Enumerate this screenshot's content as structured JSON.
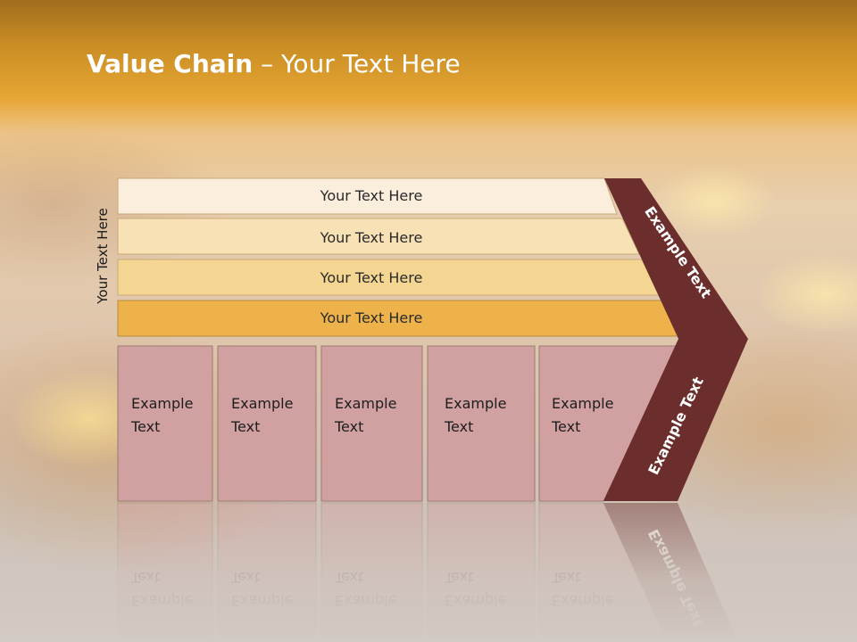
{
  "title": {
    "bold": "Value Chain",
    "rest": " – Your Text Here"
  },
  "side_label": "Your Text Here",
  "bands": [
    {
      "label": "Your Text Here",
      "color": "#fbeedd"
    },
    {
      "label": "Your Text Here",
      "color": "#f9e1b6"
    },
    {
      "label": "Your Text Here",
      "color": "#f5d592"
    },
    {
      "label": "Your Text Here",
      "color": "#edb34a"
    }
  ],
  "boxes": [
    {
      "line1": "Example",
      "line2": "Text"
    },
    {
      "line1": "Example",
      "line2": "Text"
    },
    {
      "line1": "Example",
      "line2": "Text"
    },
    {
      "line1": "Example",
      "line2": "Text"
    },
    {
      "line1": "Example",
      "line2": "Text"
    }
  ],
  "arrow": {
    "top_label": "Example Text",
    "bottom_label": "Example Text",
    "color": "#6b2e2c"
  },
  "colors": {
    "box_fill": "#d1a0a0",
    "box_stroke": "#9b7a72"
  }
}
